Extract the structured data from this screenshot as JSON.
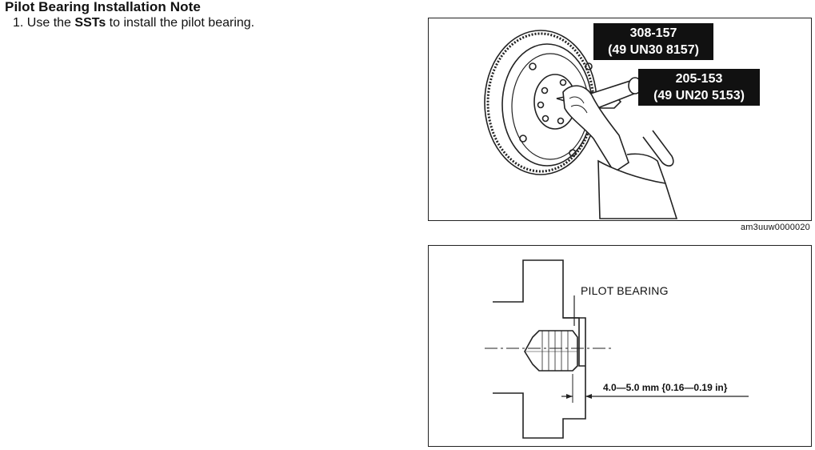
{
  "document": {
    "title": "Pilot Bearing Installation Note",
    "step": {
      "number": "1.",
      "text_before": "Use the",
      "emphasis": "SSTs",
      "text_after": "to install the pilot bearing."
    }
  },
  "figure1": {
    "callout_1_line1": "308-157",
    "callout_1_line2": "(49 UN30 8157)",
    "callout_2_line1": "205-153",
    "callout_2_line2": "(49 UN20 5153)",
    "figure_id": "am3uuw0000020"
  },
  "figure2": {
    "label_pilot_bearing": "PILOT BEARING",
    "dimension": "4.0—5.0 mm {0.16—0.19 in}"
  }
}
